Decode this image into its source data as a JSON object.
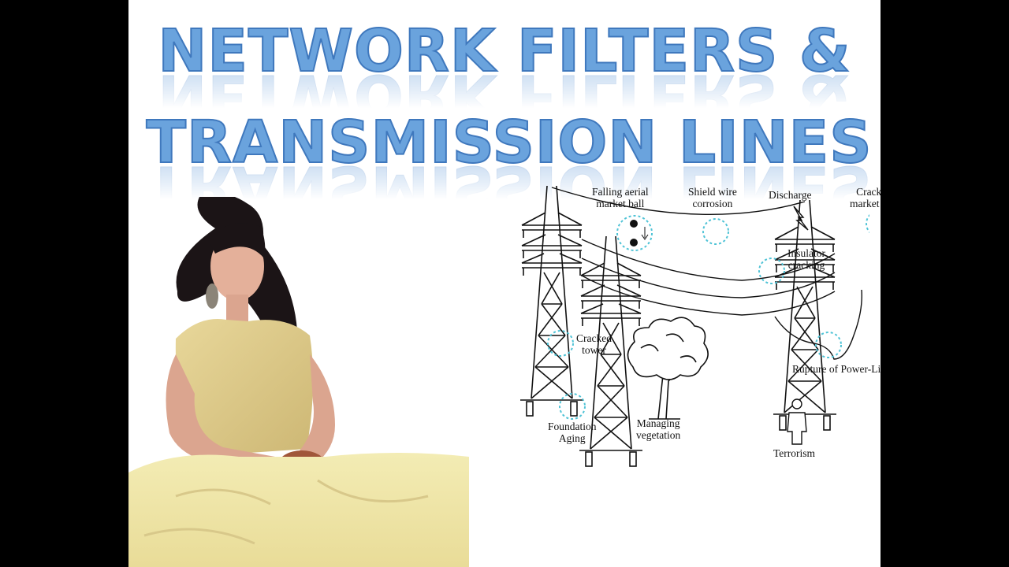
{
  "title": {
    "line1": "NETWORK FILTERS &",
    "line2": "TRANSMISSION LINES"
  },
  "diagram": {
    "labels": {
      "falling_aerial_1": "Falling aerial",
      "falling_aerial_2": "market ball",
      "shield_wire_1": "Shield wire",
      "shield_wire_2": "corrosion",
      "discharge": "Discharge",
      "cracked_ball_1": "Cracked",
      "cracked_ball_2": "market ball",
      "insulator_1": "Insulator",
      "insulator_2": "cracking",
      "cracked_tower_1": "Cracked",
      "cracked_tower_2": "tower",
      "rupture": "Rupture of Power-Line",
      "foundation_1": "Foundation",
      "foundation_2": "Aging",
      "vegetation_1": "Managing",
      "vegetation_2": "vegetation",
      "terrorism": "Terrorism"
    }
  },
  "colors": {
    "title_fill": "#6aa3dd",
    "title_stroke": "#3f78bd",
    "marker_circle": "#4fc3d6",
    "dress": "#efe6a6"
  },
  "icons": [
    "lightning-icon",
    "person-icon",
    "tree-icon",
    "tower-icon"
  ]
}
